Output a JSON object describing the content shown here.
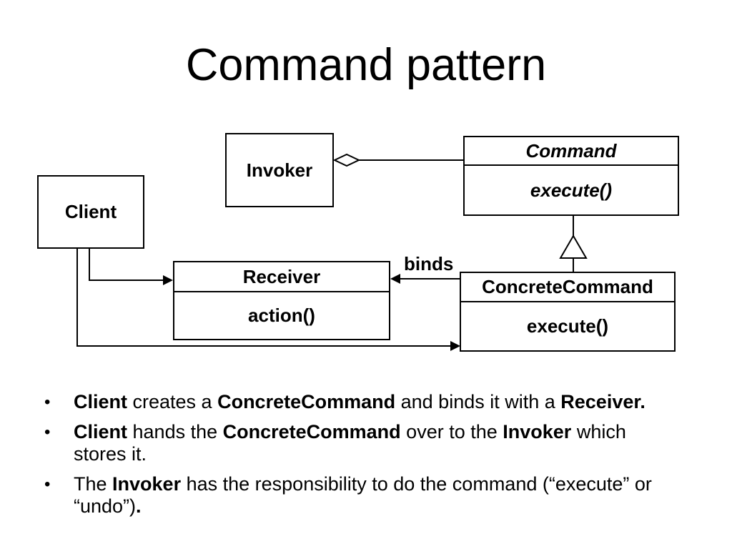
{
  "title": "Command pattern",
  "colors": {
    "ink": "#000000",
    "background": "#ffffff"
  },
  "bullet_marker": "•",
  "diagram": {
    "classes": {
      "invoker": {
        "name": "Invoker"
      },
      "command": {
        "name": "Command",
        "method": "execute()",
        "abstract": true
      },
      "client": {
        "name": "Client"
      },
      "receiver": {
        "name": "Receiver",
        "method": "action()"
      },
      "concrete_command": {
        "name": "ConcreteCommand",
        "method": "execute()"
      }
    },
    "labels": {
      "binds": "binds"
    },
    "relations": [
      "Invoker aggregates Command (hollow diamond)",
      "ConcreteCommand inherits Command (hollow triangle)",
      "ConcreteCommand binds Receiver (arrow left)",
      "Client points to Receiver (arrow)",
      "Client points to ConcreteCommand (arrow)"
    ]
  },
  "bullets": [
    {
      "lines": [
        [
          {
            "t": "Client",
            "b": true
          },
          {
            "t": " creates a ",
            "b": false
          },
          {
            "t": "ConcreteCommand",
            "b": true
          },
          {
            "t": " and binds it with a ",
            "b": false
          },
          {
            "t": "Receiver.",
            "b": true
          }
        ]
      ]
    },
    {
      "lines": [
        [
          {
            "t": "Client",
            "b": true
          },
          {
            "t": " hands the ",
            "b": false
          },
          {
            "t": "ConcreteCommand",
            "b": true
          },
          {
            "t": " over to the ",
            "b": false
          },
          {
            "t": "Invoker",
            "b": true
          },
          {
            "t": " which",
            "b": false
          }
        ],
        [
          {
            "t": "stores it.",
            "b": false
          }
        ]
      ]
    },
    {
      "lines": [
        [
          {
            "t": "The ",
            "b": false
          },
          {
            "t": "Invoker",
            "b": true
          },
          {
            "t": " has the responsibility to do the command (“execute” or",
            "b": false
          }
        ],
        [
          {
            "t": "“undo”)",
            "b": false
          },
          {
            "t": ".",
            "b": true
          }
        ]
      ]
    }
  ]
}
